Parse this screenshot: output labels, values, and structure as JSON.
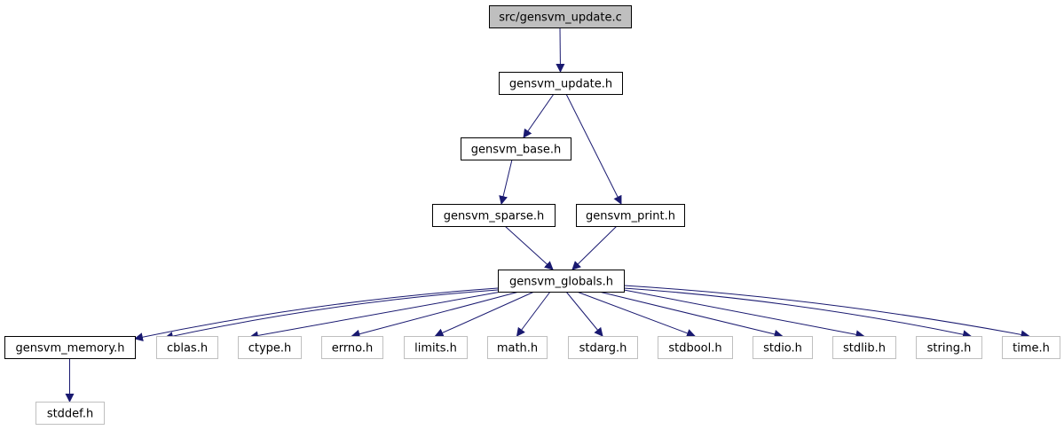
{
  "colors": {
    "edge": "#191970",
    "box_border": "#000000",
    "external_border": "#bfbfbf",
    "root_fill": "#bfbfbf",
    "text": "#000000"
  },
  "nodes": [
    {
      "id": "n0",
      "label": "src/gensvm_update.c",
      "kind": "root"
    },
    {
      "id": "n1",
      "label": "gensvm_update.h",
      "kind": "internal"
    },
    {
      "id": "n2",
      "label": "gensvm_base.h",
      "kind": "internal"
    },
    {
      "id": "n3",
      "label": "gensvm_sparse.h",
      "kind": "internal"
    },
    {
      "id": "n4",
      "label": "gensvm_print.h",
      "kind": "internal"
    },
    {
      "id": "n5",
      "label": "gensvm_globals.h",
      "kind": "internal"
    },
    {
      "id": "n6",
      "label": "gensvm_memory.h",
      "kind": "internal"
    },
    {
      "id": "n7",
      "label": "cblas.h",
      "kind": "external"
    },
    {
      "id": "n8",
      "label": "ctype.h",
      "kind": "external"
    },
    {
      "id": "n9",
      "label": "errno.h",
      "kind": "external"
    },
    {
      "id": "n10",
      "label": "limits.h",
      "kind": "external"
    },
    {
      "id": "n11",
      "label": "math.h",
      "kind": "external"
    },
    {
      "id": "n12",
      "label": "stdarg.h",
      "kind": "external"
    },
    {
      "id": "n13",
      "label": "stdbool.h",
      "kind": "external"
    },
    {
      "id": "n14",
      "label": "stdio.h",
      "kind": "external"
    },
    {
      "id": "n15",
      "label": "stdlib.h",
      "kind": "external"
    },
    {
      "id": "n16",
      "label": "string.h",
      "kind": "external"
    },
    {
      "id": "n17",
      "label": "time.h",
      "kind": "external"
    },
    {
      "id": "n18",
      "label": "stddef.h",
      "kind": "external"
    }
  ],
  "edges": [
    {
      "from": "n0",
      "to": "n1"
    },
    {
      "from": "n1",
      "to": "n2"
    },
    {
      "from": "n1",
      "to": "n4"
    },
    {
      "from": "n2",
      "to": "n3"
    },
    {
      "from": "n3",
      "to": "n5"
    },
    {
      "from": "n4",
      "to": "n5"
    },
    {
      "from": "n5",
      "to": "n6"
    },
    {
      "from": "n5",
      "to": "n7"
    },
    {
      "from": "n5",
      "to": "n8"
    },
    {
      "from": "n5",
      "to": "n9"
    },
    {
      "from": "n5",
      "to": "n10"
    },
    {
      "from": "n5",
      "to": "n11"
    },
    {
      "from": "n5",
      "to": "n12"
    },
    {
      "from": "n5",
      "to": "n13"
    },
    {
      "from": "n5",
      "to": "n14"
    },
    {
      "from": "n5",
      "to": "n15"
    },
    {
      "from": "n5",
      "to": "n16"
    },
    {
      "from": "n5",
      "to": "n17"
    },
    {
      "from": "n6",
      "to": "n18"
    }
  ]
}
